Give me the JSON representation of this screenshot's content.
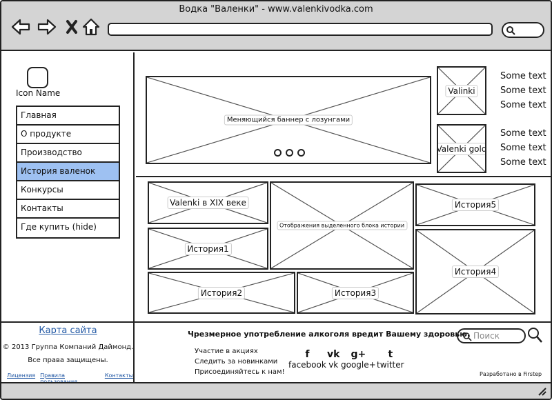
{
  "window": {
    "title": "Водка \"Валенки\" - www.valenkivodka.com"
  },
  "sidebar": {
    "icon_name": "Icon Name",
    "items": [
      {
        "label": "Главная",
        "active": false
      },
      {
        "label": "О продукте",
        "active": false
      },
      {
        "label": "Производство",
        "active": false
      },
      {
        "label": "История валенок",
        "active": true
      },
      {
        "label": "Конкурсы",
        "active": false
      },
      {
        "label": "Контакты",
        "active": false
      },
      {
        "label": "Где купить (hide)",
        "active": false
      }
    ]
  },
  "main": {
    "banner_label": "Меняющийся баннер с лозунгами",
    "products": [
      {
        "label": "Valinki",
        "texts": [
          "Some text",
          "Some text",
          "Some text"
        ]
      },
      {
        "label": "Valenki gold",
        "texts": [
          "Some text",
          "Some text",
          "Some text"
        ]
      }
    ],
    "stories": {
      "xix": "Valenki в XIX веке",
      "center": "Отображения выделенного блока истории",
      "s1": "История1",
      "s2": "История2",
      "s3": "История3",
      "s4": "История4",
      "s5": "История5"
    }
  },
  "footer": {
    "sitemap": "Карта сайта",
    "copyright_line1": "© 2013 Группа Компаний Даймонд.",
    "copyright_line2": "Все права защищены.",
    "links": [
      "Лицензия",
      "Правила пользования",
      "Контакты"
    ],
    "warning": "Чрезмерное употребление алкоголя вредит  Вашему здоровью.",
    "search_placeholder": "Поиск",
    "promo": [
      "Участие в акциях",
      "Следить за новинками",
      "Присоединяйтесь к нам!"
    ],
    "social": [
      {
        "icon": "f",
        "label": "facebook"
      },
      {
        "icon": "vk",
        "label": "vk"
      },
      {
        "icon": "g+",
        "label": "google+"
      },
      {
        "icon": "t",
        "label": "twitter"
      }
    ],
    "made_by": "Разработано в Firstep"
  }
}
